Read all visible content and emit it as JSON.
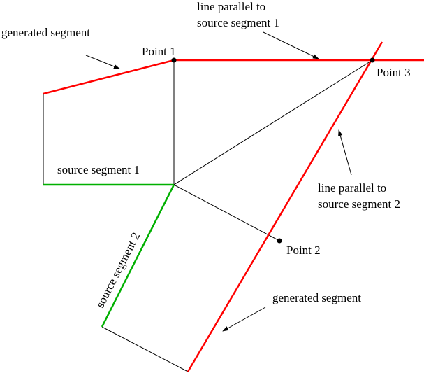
{
  "labels": {
    "generated_segment_top": "generated segment",
    "point_1": "Point 1",
    "parallel_1_line1": "line parallel to",
    "parallel_1_line2": "source segment 1",
    "point_3": "Point 3",
    "source_segment_1": "source segment 1",
    "source_segment_2": "source segment 2",
    "parallel_2_line1": "line parallel to",
    "parallel_2_line2": "source segment 2",
    "point_2": "Point 2",
    "generated_segment_bottom": "generated segment"
  },
  "colors": {
    "generated": "#ff0000",
    "source": "#00b000",
    "construction": "#000000"
  }
}
